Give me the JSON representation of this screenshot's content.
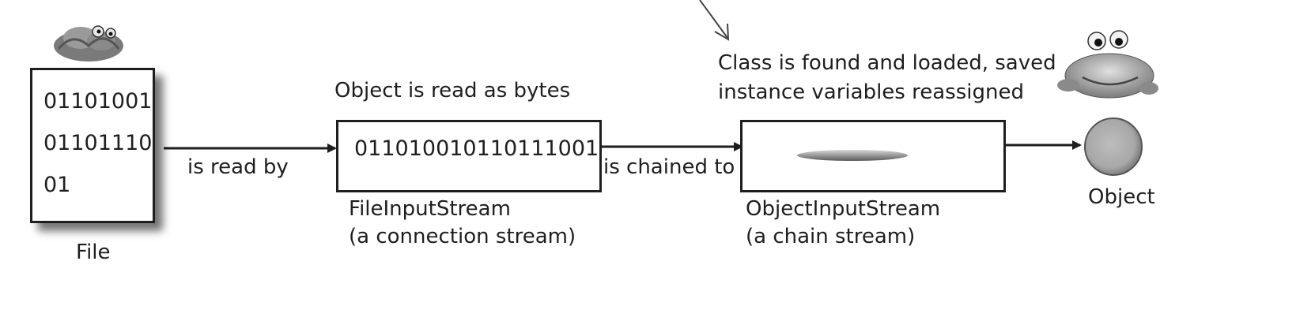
{
  "top_caption": [
    "Class is found and loaded, saved",
    "instance variables reassigned"
  ],
  "file": {
    "bytes": [
      "01101001",
      "01101110",
      "01"
    ],
    "label": "File"
  },
  "arrow1_label": "is read by",
  "fis": {
    "caption": "Object is read as bytes",
    "bytes": "011010010110111001",
    "name": "FileInputStream",
    "desc": "(a connection stream)"
  },
  "arrow2_label": "is chained to",
  "ois": {
    "name": "ObjectInputStream",
    "desc": "(a chain stream)"
  },
  "object_label": "Object"
}
